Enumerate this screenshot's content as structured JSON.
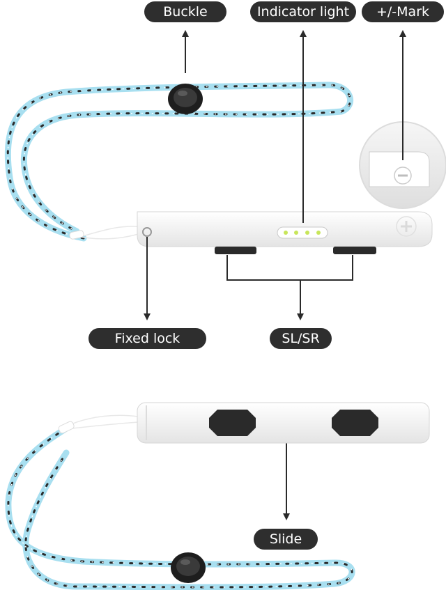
{
  "labels": {
    "buckle": "Buckle",
    "indicator_light": "Indicator light",
    "mark": "+/-Mark",
    "fixed_lock": "Fixed lock",
    "sl_sr": "SL/SR",
    "slide": "Slide"
  },
  "colors": {
    "label_bg": "#2e2e2e",
    "label_text": "#ffffff",
    "strap": "#a8dff0",
    "strap_dash": "#2b2b2b",
    "device": "#f2f2f2",
    "button": "#2a2a2a",
    "indicator_led": "#c8e65a"
  },
  "icons": [
    "plus-icon",
    "minus-icon",
    "buckle-icon",
    "arrow-up-icon",
    "arrow-down-icon"
  ]
}
